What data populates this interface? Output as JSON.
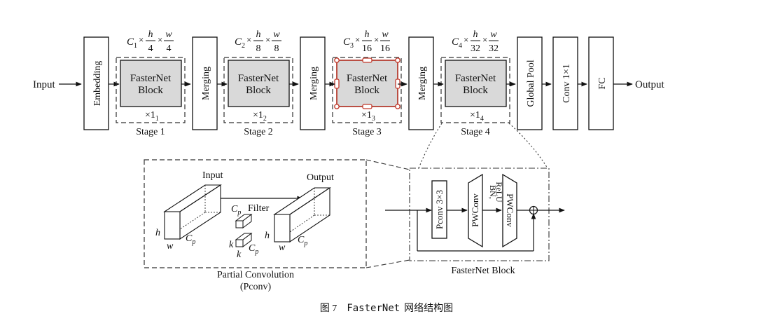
{
  "main": {
    "input_label": "Input",
    "output_label": "Output",
    "embedding_label": "Embedding",
    "merging_label": "Merging",
    "block_label_line1": "FasterNet",
    "block_label_line2": "Block",
    "stages": [
      {
        "label": "Stage 1",
        "channel_sub": "1",
        "h_den": "4",
        "w_den": "4",
        "repeat_sub": "1"
      },
      {
        "label": "Stage 2",
        "channel_sub": "2",
        "h_den": "8",
        "w_den": "8",
        "repeat_sub": "2"
      },
      {
        "label": "Stage 3",
        "channel_sub": "3",
        "h_den": "16",
        "w_den": "16",
        "repeat_sub": "3"
      },
      {
        "label": "Stage 4",
        "channel_sub": "4",
        "h_den": "32",
        "w_den": "32",
        "repeat_sub": "4"
      }
    ],
    "shape_prefix": "C",
    "times": "×",
    "h_num": "h",
    "w_num": "w",
    "repeat_prefix": "×1",
    "global_pool_label": "Global Pool",
    "conv1x1_label": "Conv 1×1",
    "fc_label": "FC"
  },
  "pconv": {
    "input_label": "Input",
    "output_label": "Output",
    "filter_label": "Filter",
    "cp": "C",
    "cp_sub": "p",
    "h": "h",
    "w": "w",
    "k": "k",
    "caption_line1": "Partial Convolution",
    "caption_line2": "(Pconv)"
  },
  "block_detail": {
    "pconv_label": "Pconv 3×3",
    "pwconv1_label": "PWConv",
    "bn_label": "BN,",
    "relu_label": "ReLU",
    "pwconv2_label": "PWConv",
    "caption": "FasterNet Block"
  },
  "figure_caption": {
    "prefix": "图 7",
    "name": "FasterNet",
    "suffix": "网络结构图"
  },
  "colors": {
    "block_fill": "#d9d9d9",
    "selected_stroke": "#c0392b",
    "line": "#111111"
  }
}
